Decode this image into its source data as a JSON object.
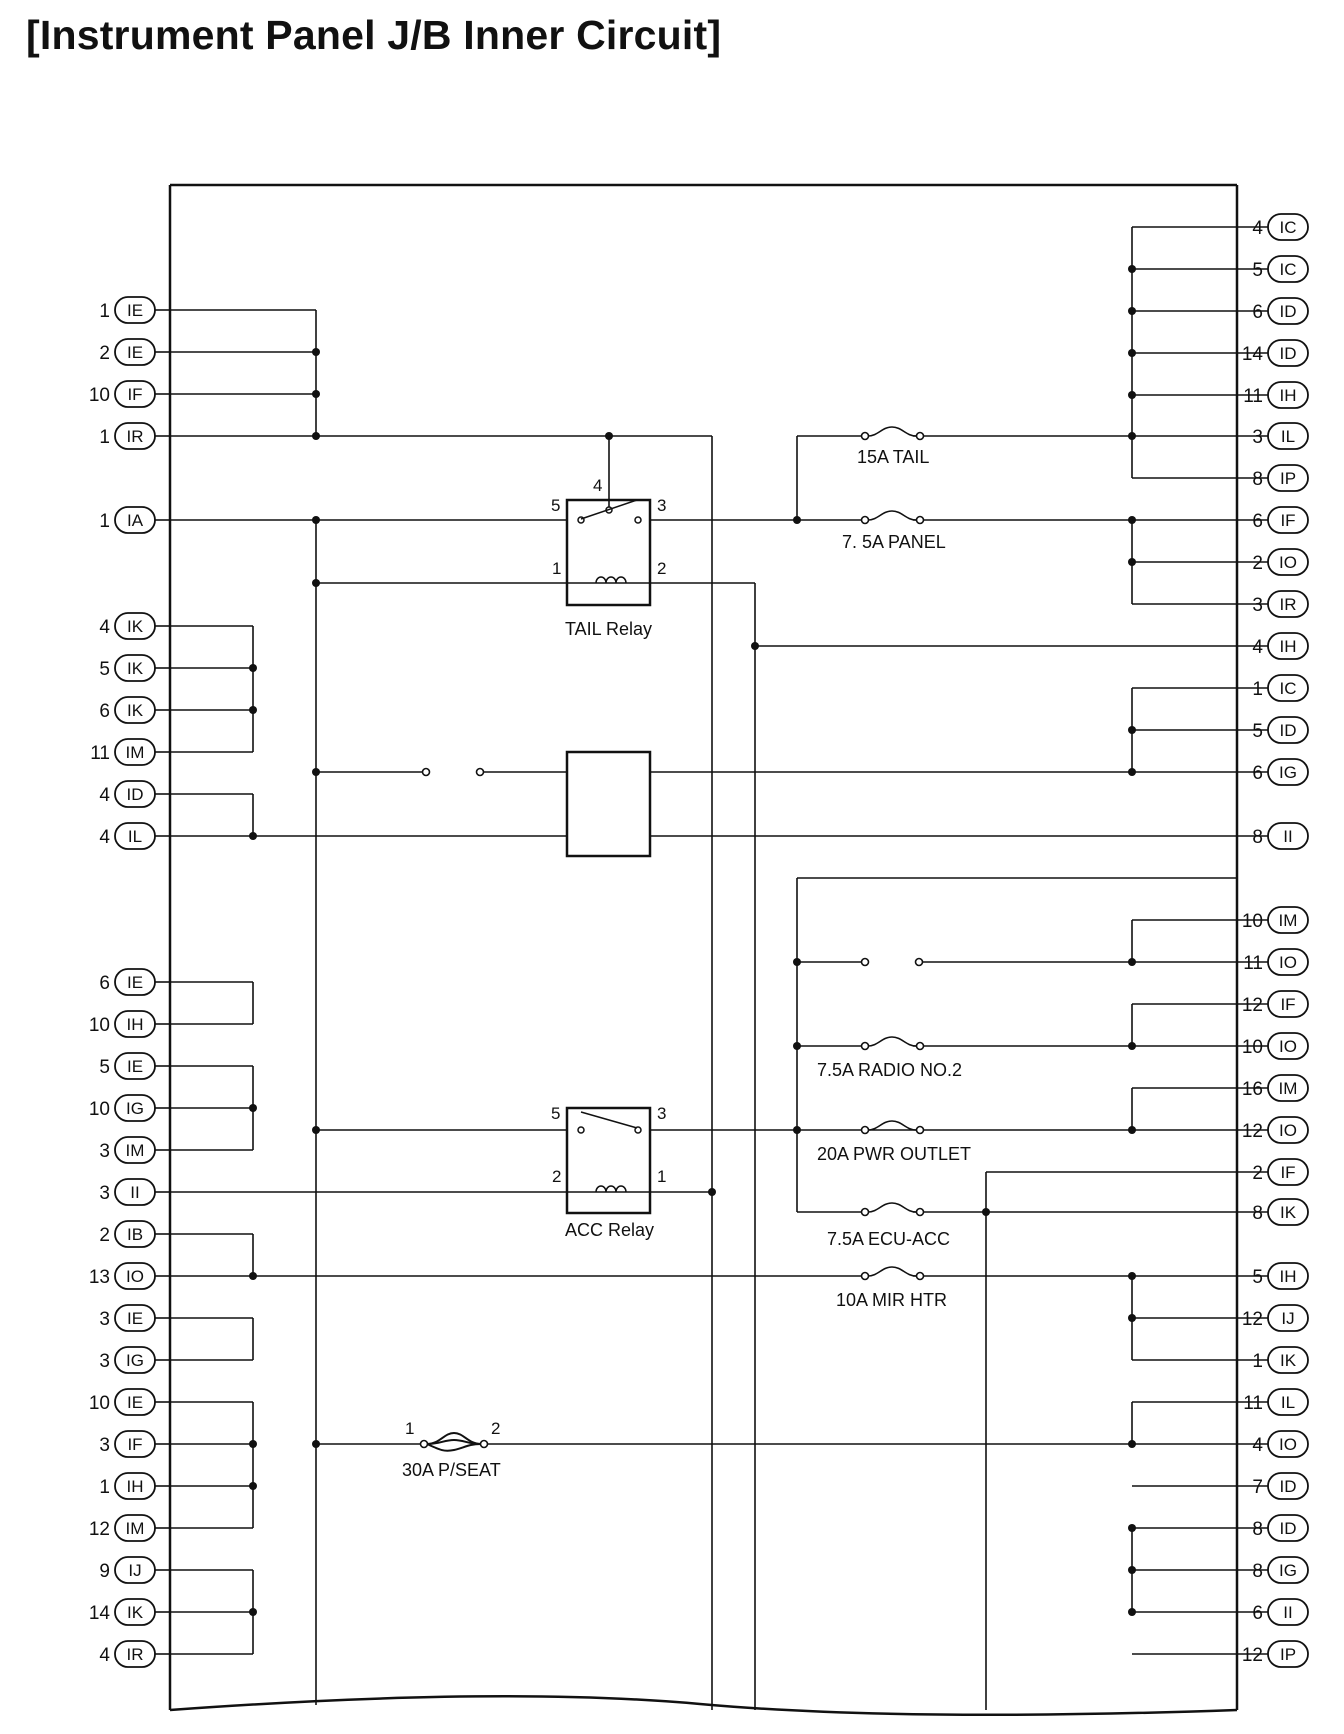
{
  "title": "[Instrument Panel J/B Inner Circuit]",
  "left_connectors": [
    {
      "pin": "1",
      "conn": "IE"
    },
    {
      "pin": "2",
      "conn": "IE"
    },
    {
      "pin": "10",
      "conn": "IF"
    },
    {
      "pin": "1",
      "conn": "IR"
    },
    {
      "pin": "1",
      "conn": "IA"
    },
    {
      "pin": "4",
      "conn": "IK"
    },
    {
      "pin": "5",
      "conn": "IK"
    },
    {
      "pin": "6",
      "conn": "IK"
    },
    {
      "pin": "11",
      "conn": "IM"
    },
    {
      "pin": "4",
      "conn": "ID"
    },
    {
      "pin": "4",
      "conn": "IL"
    },
    {
      "pin": "6",
      "conn": "IE"
    },
    {
      "pin": "10",
      "conn": "IH"
    },
    {
      "pin": "5",
      "conn": "IE"
    },
    {
      "pin": "10",
      "conn": "IG"
    },
    {
      "pin": "3",
      "conn": "IM"
    },
    {
      "pin": "3",
      "conn": "II"
    },
    {
      "pin": "2",
      "conn": "IB"
    },
    {
      "pin": "13",
      "conn": "IO"
    },
    {
      "pin": "3",
      "conn": "IE"
    },
    {
      "pin": "3",
      "conn": "IG"
    },
    {
      "pin": "10",
      "conn": "IE"
    },
    {
      "pin": "3",
      "conn": "IF"
    },
    {
      "pin": "1",
      "conn": "IH"
    },
    {
      "pin": "12",
      "conn": "IM"
    },
    {
      "pin": "9",
      "conn": "IJ"
    },
    {
      "pin": "14",
      "conn": "IK"
    },
    {
      "pin": "4",
      "conn": "IR"
    }
  ],
  "right_connectors": [
    {
      "pin": "4",
      "conn": "IC"
    },
    {
      "pin": "5",
      "conn": "IC"
    },
    {
      "pin": "6",
      "conn": "ID"
    },
    {
      "pin": "14",
      "conn": "ID"
    },
    {
      "pin": "11",
      "conn": "IH"
    },
    {
      "pin": "3",
      "conn": "IL"
    },
    {
      "pin": "8",
      "conn": "IP"
    },
    {
      "pin": "6",
      "conn": "IF"
    },
    {
      "pin": "2",
      "conn": "IO"
    },
    {
      "pin": "3",
      "conn": "IR"
    },
    {
      "pin": "4",
      "conn": "IH"
    },
    {
      "pin": "1",
      "conn": "IC"
    },
    {
      "pin": "5",
      "conn": "ID"
    },
    {
      "pin": "6",
      "conn": "IG"
    },
    {
      "pin": "8",
      "conn": "II"
    },
    {
      "pin": "10",
      "conn": "IM"
    },
    {
      "pin": "11",
      "conn": "IO"
    },
    {
      "pin": "12",
      "conn": "IF"
    },
    {
      "pin": "10",
      "conn": "IO"
    },
    {
      "pin": "16",
      "conn": "IM"
    },
    {
      "pin": "12",
      "conn": "IO"
    },
    {
      "pin": "2",
      "conn": "IF"
    },
    {
      "pin": "8",
      "conn": "IK"
    },
    {
      "pin": "5",
      "conn": "IH"
    },
    {
      "pin": "12",
      "conn": "IJ"
    },
    {
      "pin": "1",
      "conn": "IK"
    },
    {
      "pin": "11",
      "conn": "IL"
    },
    {
      "pin": "4",
      "conn": "IO"
    },
    {
      "pin": "7",
      "conn": "ID"
    },
    {
      "pin": "8",
      "conn": "ID"
    },
    {
      "pin": "8",
      "conn": "IG"
    },
    {
      "pin": "6",
      "conn": "II"
    },
    {
      "pin": "12",
      "conn": "IP"
    }
  ],
  "fuses": {
    "tail": "15A TAIL",
    "panel": "7. 5A PANEL",
    "radio2": "7.5A RADIO NO.2",
    "pwr_outlet": "20A PWR OUTLET",
    "ecu_acc": "7.5A ECU-ACC",
    "mir_htr": "10A MIR HTR",
    "p_seat": "30A P/SEAT"
  },
  "relays": {
    "tail": {
      "label": "TAIL Relay",
      "t1": "1",
      "t2": "2",
      "t3": "3",
      "t4": "4",
      "t5": "5"
    },
    "acc": {
      "label": "ACC Relay",
      "t1": "1",
      "t2": "2",
      "t3": "3",
      "t5": "5"
    }
  },
  "p_seat_terminals": {
    "t1": "1",
    "t2": "2"
  }
}
